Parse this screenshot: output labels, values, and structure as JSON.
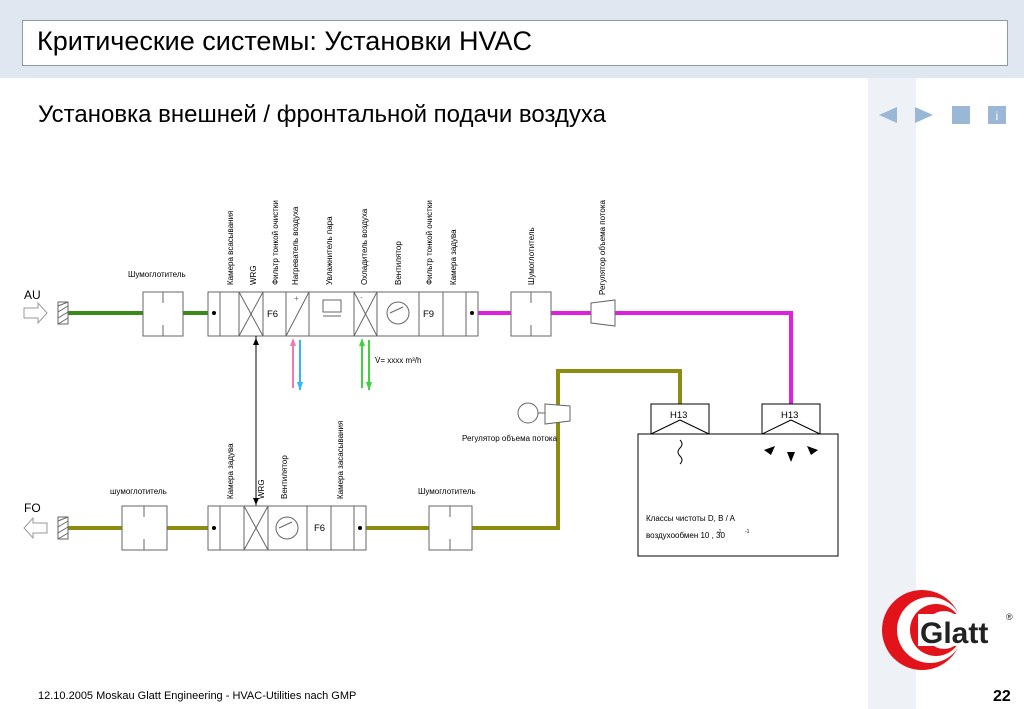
{
  "header": {
    "title": "Критические системы: Установки HVAC"
  },
  "subtitle": "Установка внешней / фронтальной подачи воздуха",
  "nav": {
    "prev": "previous-slide",
    "next": "next-slide",
    "home": "home-square",
    "info": "i"
  },
  "diagram": {
    "au_label": "AU",
    "fo_label": "FO",
    "silencer_supply": "Шумоглотитель",
    "silencer_exhaust": "шумоглотитель",
    "silencer_exhaust2": "Шумоглотитель",
    "silencer_supply2": "Шумоглотитель",
    "supply_sections": [
      "Камера всасывания",
      "WRG",
      "Фильтр тонкой очистки",
      "Нагреватель воздуха",
      "Увлажнитель пара",
      "Охладитель воздуха",
      "Вентилятор",
      "Фильтр тонкой очистки",
      "Камера задува"
    ],
    "flow_regulator_supply": "Регулятор объема потока",
    "f6_supply": "F6",
    "f9_supply": "F9",
    "flow_rate": "V̇= xxxx m³/h",
    "exhaust_sections": [
      "Камера задува",
      "WRG",
      "Вентилятор",
      "Камера засасывания"
    ],
    "f6_exhaust": "F6",
    "flow_regulator_exhaust": "Регулятор объема потока",
    "h13_left": "H13",
    "h13_right": "H13",
    "room_class": "Классы чистоты D, B / A",
    "room_exchange": "воздухообмен 10  , 30",
    "room_exchange_sup1": "-1",
    "room_exchange_sup2": "-1"
  },
  "footer": {
    "text": "12.10.2005 Moskau   Glatt Engineering - HVAC-Utilities nach GMP",
    "page": "22"
  },
  "logo": {
    "text": "Glatt",
    "mark": "®"
  },
  "colors": {
    "supply_line": "#3a8a1a",
    "exhaust_line": "#8c8c10",
    "magenta_line": "#e020e0",
    "logo_red": "#e2131b"
  }
}
